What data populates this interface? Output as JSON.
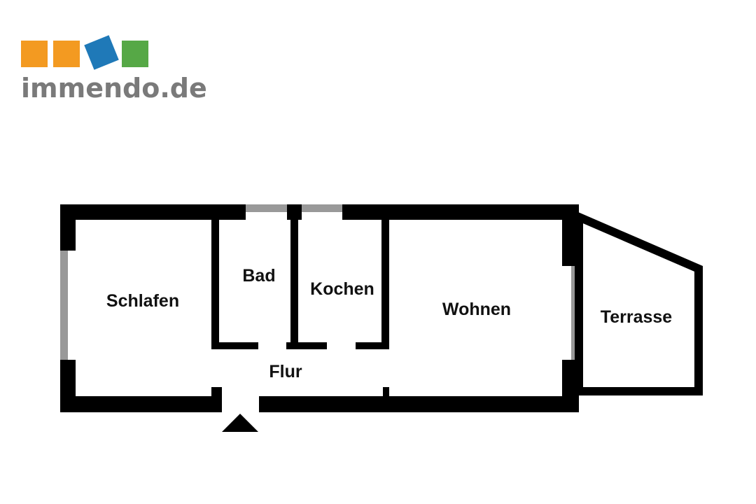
{
  "brand": {
    "name": "immendo.de",
    "text_color": "#7a7a7a",
    "squares": [
      {
        "color": "#f39a21"
      },
      {
        "color": "#f39a21"
      },
      {
        "color": "#1f79b8"
      },
      {
        "color": "#56a846"
      }
    ]
  },
  "colors": {
    "wall": "#000000",
    "window": "#999999",
    "background": "#ffffff"
  },
  "rooms": {
    "schlafen": "Schlafen",
    "bad": "Bad",
    "kochen": "Kochen",
    "wohnen": "Wohnen",
    "terrasse": "Terrasse",
    "flur": "Flur"
  },
  "icons": {
    "entrance": "entrance-arrow-icon"
  }
}
